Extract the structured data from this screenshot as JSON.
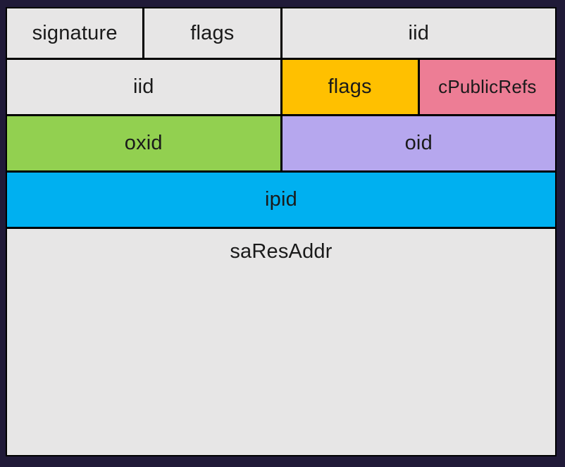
{
  "diagram": {
    "description": "structure layout diagram",
    "colors": {
      "page_background": "#201A38",
      "gridline": "#000000",
      "gray": "#E7E6E6",
      "orange": "#FFC000",
      "pink": "#ED7D95",
      "green": "#92D050",
      "purple": "#B6A7EE",
      "blue": "#00B0F0",
      "label_text": "#1a1a1a"
    },
    "rows": [
      {
        "cells": [
          {
            "label": "signature",
            "color": "#E7E6E6"
          },
          {
            "label": "flags",
            "color": "#E7E6E6"
          },
          {
            "label": "iid",
            "color": "#E7E6E6"
          }
        ]
      },
      {
        "cells": [
          {
            "label": "iid",
            "color": "#E7E6E6"
          },
          {
            "label": "flags",
            "color": "#FFC000"
          },
          {
            "label": "cPublicRefs",
            "color": "#ED7D95"
          }
        ]
      },
      {
        "cells": [
          {
            "label": "oxid",
            "color": "#92D050"
          },
          {
            "label": "oid",
            "color": "#B6A7EE"
          }
        ]
      },
      {
        "cells": [
          {
            "label": "ipid",
            "color": "#00B0F0"
          }
        ]
      },
      {
        "cells": [
          {
            "label": "saResAddr",
            "color": "#E7E6E6"
          }
        ]
      }
    ]
  }
}
